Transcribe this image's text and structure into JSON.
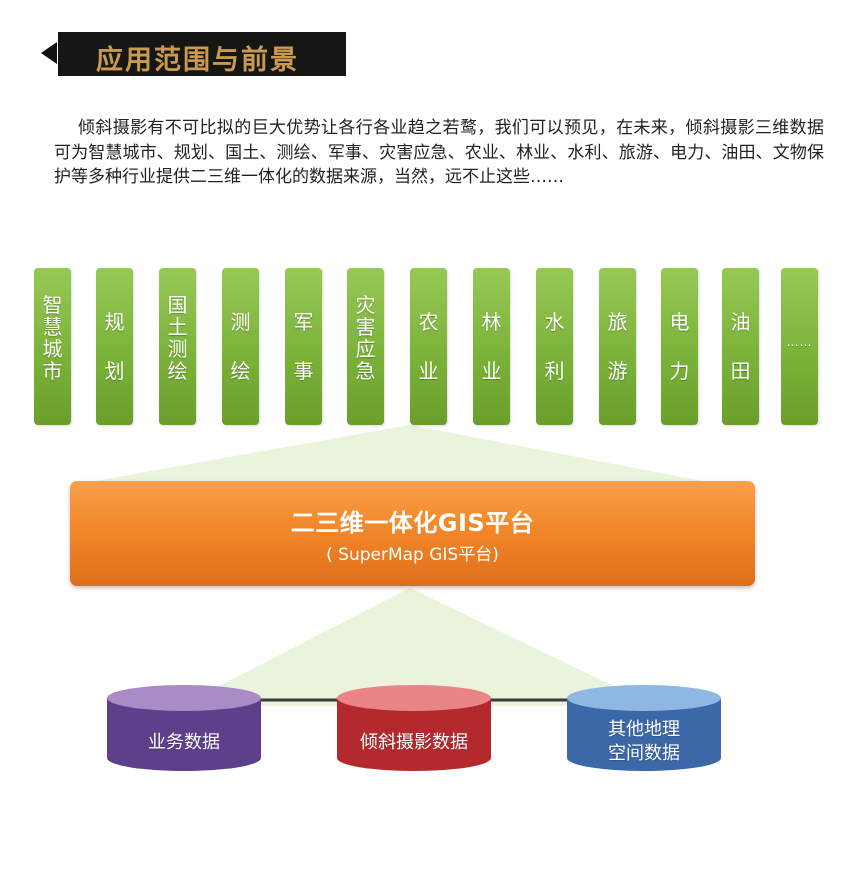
{
  "header": {
    "title": "应用范围与前景"
  },
  "intro": {
    "text": "倾斜摄影有不可比拟的巨大优势让各行各业趋之若鹜，我们可以预见，在未来，倾斜摄影三维数据可为智慧城市、规划、国土、测绘、军事、灾害应急、农业、林业、水利、旅游、电力、油田、文物保护等多种行业提供二三维一体化的数据来源，当然，远不止这些……"
  },
  "industries": [
    {
      "label": "智慧城市"
    },
    {
      "label": "规划"
    },
    {
      "label": "国土测绘"
    },
    {
      "label": "测绘"
    },
    {
      "label": "军事"
    },
    {
      "label": "灾害应急"
    },
    {
      "label": "农业"
    },
    {
      "label": "林业"
    },
    {
      "label": "水利"
    },
    {
      "label": "旅游"
    },
    {
      "label": "电力"
    },
    {
      "label": "油田"
    },
    {
      "label": "……"
    }
  ],
  "platform": {
    "title": "二三维一体化GIS平台",
    "subtitle": "( SuperMap GIS平台)"
  },
  "data_sources": [
    {
      "label": "业务数据",
      "top_color": "#a98cc6",
      "body_color": "#5e3f8b"
    },
    {
      "label": "倾斜摄影数据",
      "top_color": "#e98585",
      "body_color": "#b3292e"
    },
    {
      "label": "其他地理\n空间数据",
      "top_color": "#8eb7e3",
      "body_color": "#3c68a8"
    }
  ],
  "colors": {
    "pillar_green": "#7bb33a",
    "platform_orange": "#f38a2c",
    "beam_green": "#e6f1d6",
    "banner_gold": "#c99a4e"
  }
}
